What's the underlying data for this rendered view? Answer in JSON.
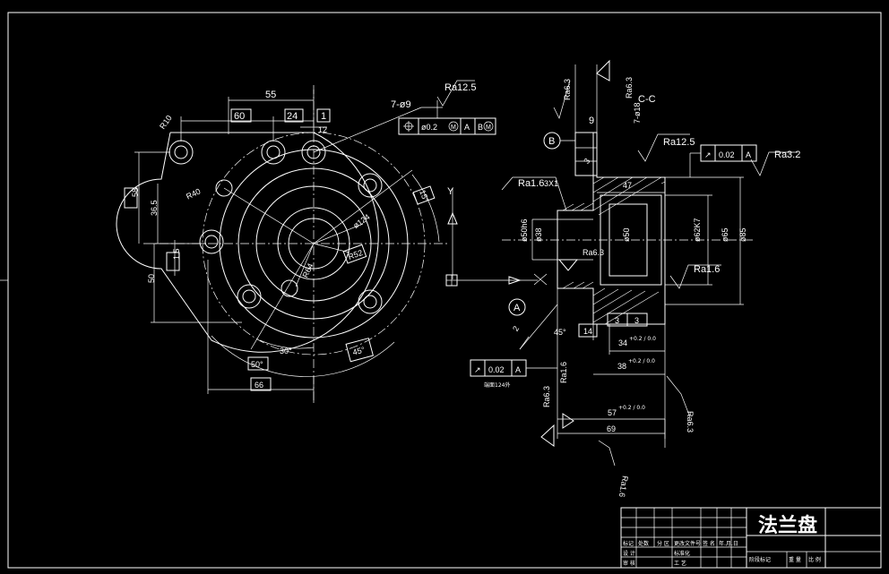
{
  "title_block": {
    "part_name": "法兰盘",
    "row_labels": [
      "标记",
      "处数",
      "分 区",
      "更改文件号",
      "签 名",
      "年.月.日"
    ],
    "design_label": "设 计",
    "standard_label": "标准化",
    "review_label": "审 核",
    "process_label": "工 艺",
    "stage_label": "阶段标记",
    "weight_label": "重 量",
    "scale_label": "比 例"
  },
  "front_view": {
    "dims": {
      "d55": "55",
      "d60": "60",
      "d24": "24",
      "d12": "12",
      "d1": "1",
      "r10": "R10",
      "r40": "R40",
      "d58": "58",
      "d36_5": "36.5",
      "d1_5": "1.5",
      "d50": "50",
      "phi124": "ø124",
      "r64": "R64",
      "r52": "R52",
      "ang30": "30°",
      "ang50": "50°",
      "ang45": "45°",
      "ang15": "15°",
      "d66": "66"
    },
    "holes_callout": "7-ø9",
    "roughness": "Ra12.5",
    "fcf": {
      "tol": "ø0.2",
      "mod": "M",
      "datum1": "A",
      "datum2": "B",
      "datum2mod": "M"
    }
  },
  "section_view": {
    "label": "C-C",
    "arrow_label": "Y",
    "datum_a": "A",
    "datum_b": "B",
    "roughness": {
      "ra63_a": "Ra6.3",
      "ra63_b": "Ra6.3",
      "ra125": "Ra12.5",
      "ra32": "Ra3.2",
      "ra16_a": "Ra1.6",
      "ra63_c": "Ra6.3",
      "ra16_b": "Ra1.6",
      "ra63_d": "Ra6.3",
      "ra16_c": "Ra1.6",
      "ra63_e": "Ra6.3",
      "ra16_d": "Ra1.6"
    },
    "dims": {
      "d9": "9",
      "holes": "7-ø18",
      "d3": "3",
      "chamfer": "3X1",
      "d47": "47",
      "phi50h6": "ø50h6",
      "phi38": "ø38",
      "phi50": "ø50",
      "phi62k7": "ø62K7",
      "phi65": "ø65",
      "phi85": "ø85",
      "d3a": "3",
      "d3b": "3",
      "d14": "14",
      "d34": "34",
      "d34_tol": "+0.2 / 0.0",
      "ang45": "45°",
      "d38": "38",
      "d38_tol": "+0.2 / 0.0",
      "d57": "57",
      "d57_tol": "+0.2 / 0.0",
      "d69": "69",
      "d2": "2"
    },
    "fcf_top": {
      "sym": "↗",
      "tol": "0.02",
      "datum": "A"
    },
    "fcf_bottom": {
      "sym": "↗",
      "tol": "0.02",
      "datum": "A"
    },
    "fcf_note": "端面124外"
  }
}
